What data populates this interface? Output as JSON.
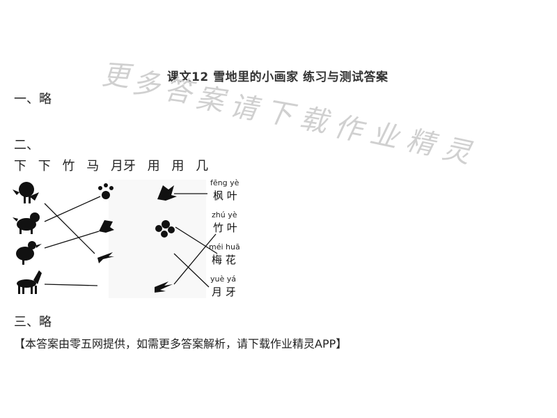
{
  "title": "课文12 雪地里的小画家 练习与测试答案",
  "watermark": "更多答案请下载作业精灵",
  "section1": "一、略",
  "section2": {
    "heading": "二、",
    "answers": [
      "下",
      "下",
      "竹",
      "马",
      "月牙",
      "用",
      "用",
      "几"
    ],
    "words": [
      {
        "pinyin": "fēng yè",
        "hanzi": "枫 叶"
      },
      {
        "pinyin": "zhú yè",
        "hanzi": "竹 叶"
      },
      {
        "pinyin": "méi huā",
        "hanzi": "梅 花"
      },
      {
        "pinyin": "yuè yá",
        "hanzi": "月 牙"
      }
    ]
  },
  "section3": "三、略",
  "footer": "【本答案由零五网提供，如需更多答案解析，请下载作业精灵APP】"
}
